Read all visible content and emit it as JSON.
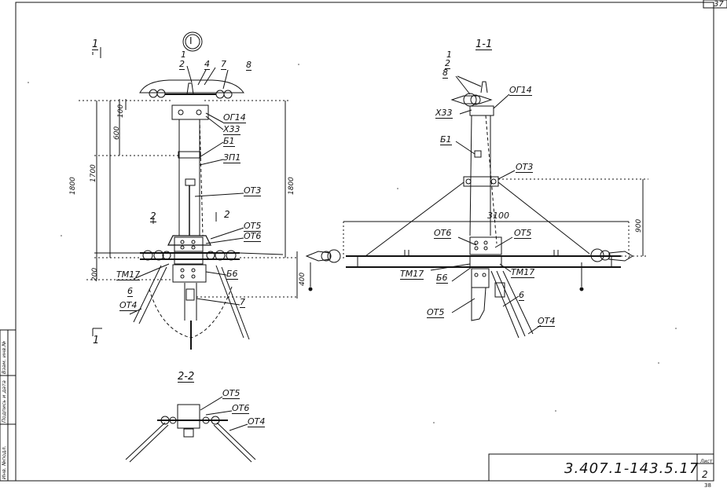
{
  "title_block": {
    "document_number": "3.407.1-143.5.17",
    "sheet_label": "Лист",
    "sheet_number": "2",
    "page_number": "38",
    "corner_number": "37"
  },
  "side_stamp": {
    "cells": [
      "Инв. №подл.",
      "Подпись и дата",
      "Взам. инв.№"
    ]
  },
  "main_view": {
    "section_marker": "1",
    "node_marker": "I",
    "dimensions": [
      "100",
      "600",
      "1700",
      "1800",
      "1800",
      "200",
      "400"
    ],
    "callouts": [
      "1",
      "2",
      "4",
      "7",
      "8",
      "ОГ14",
      "Х33",
      "Б1",
      "ЗП1",
      "ОТ3",
      "ОТ5",
      "ОТ6",
      "ТМ17",
      "Б6",
      "6",
      "ОТ4",
      "7"
    ],
    "cut_marker_left": "2",
    "cut_marker_right": "2",
    "bottom_section_marker": "1"
  },
  "section_1_1": {
    "title": "1-1",
    "dimensions": [
      "3100",
      "900"
    ],
    "callouts": [
      "1",
      "2",
      "8",
      "ОГ14",
      "Х33",
      "Б1",
      "ОТ3",
      "ОТ6",
      "ОТ5",
      "ТМ17",
      "Б6",
      "ТМ17",
      "6",
      "ОТ5",
      "ОТ4"
    ]
  },
  "section_2_2": {
    "title": "2-2",
    "callouts": [
      "ОТ5",
      "ОТ6",
      "ОТ4"
    ]
  },
  "colors": {
    "ink": "#111111",
    "paper": "#ffffff"
  }
}
